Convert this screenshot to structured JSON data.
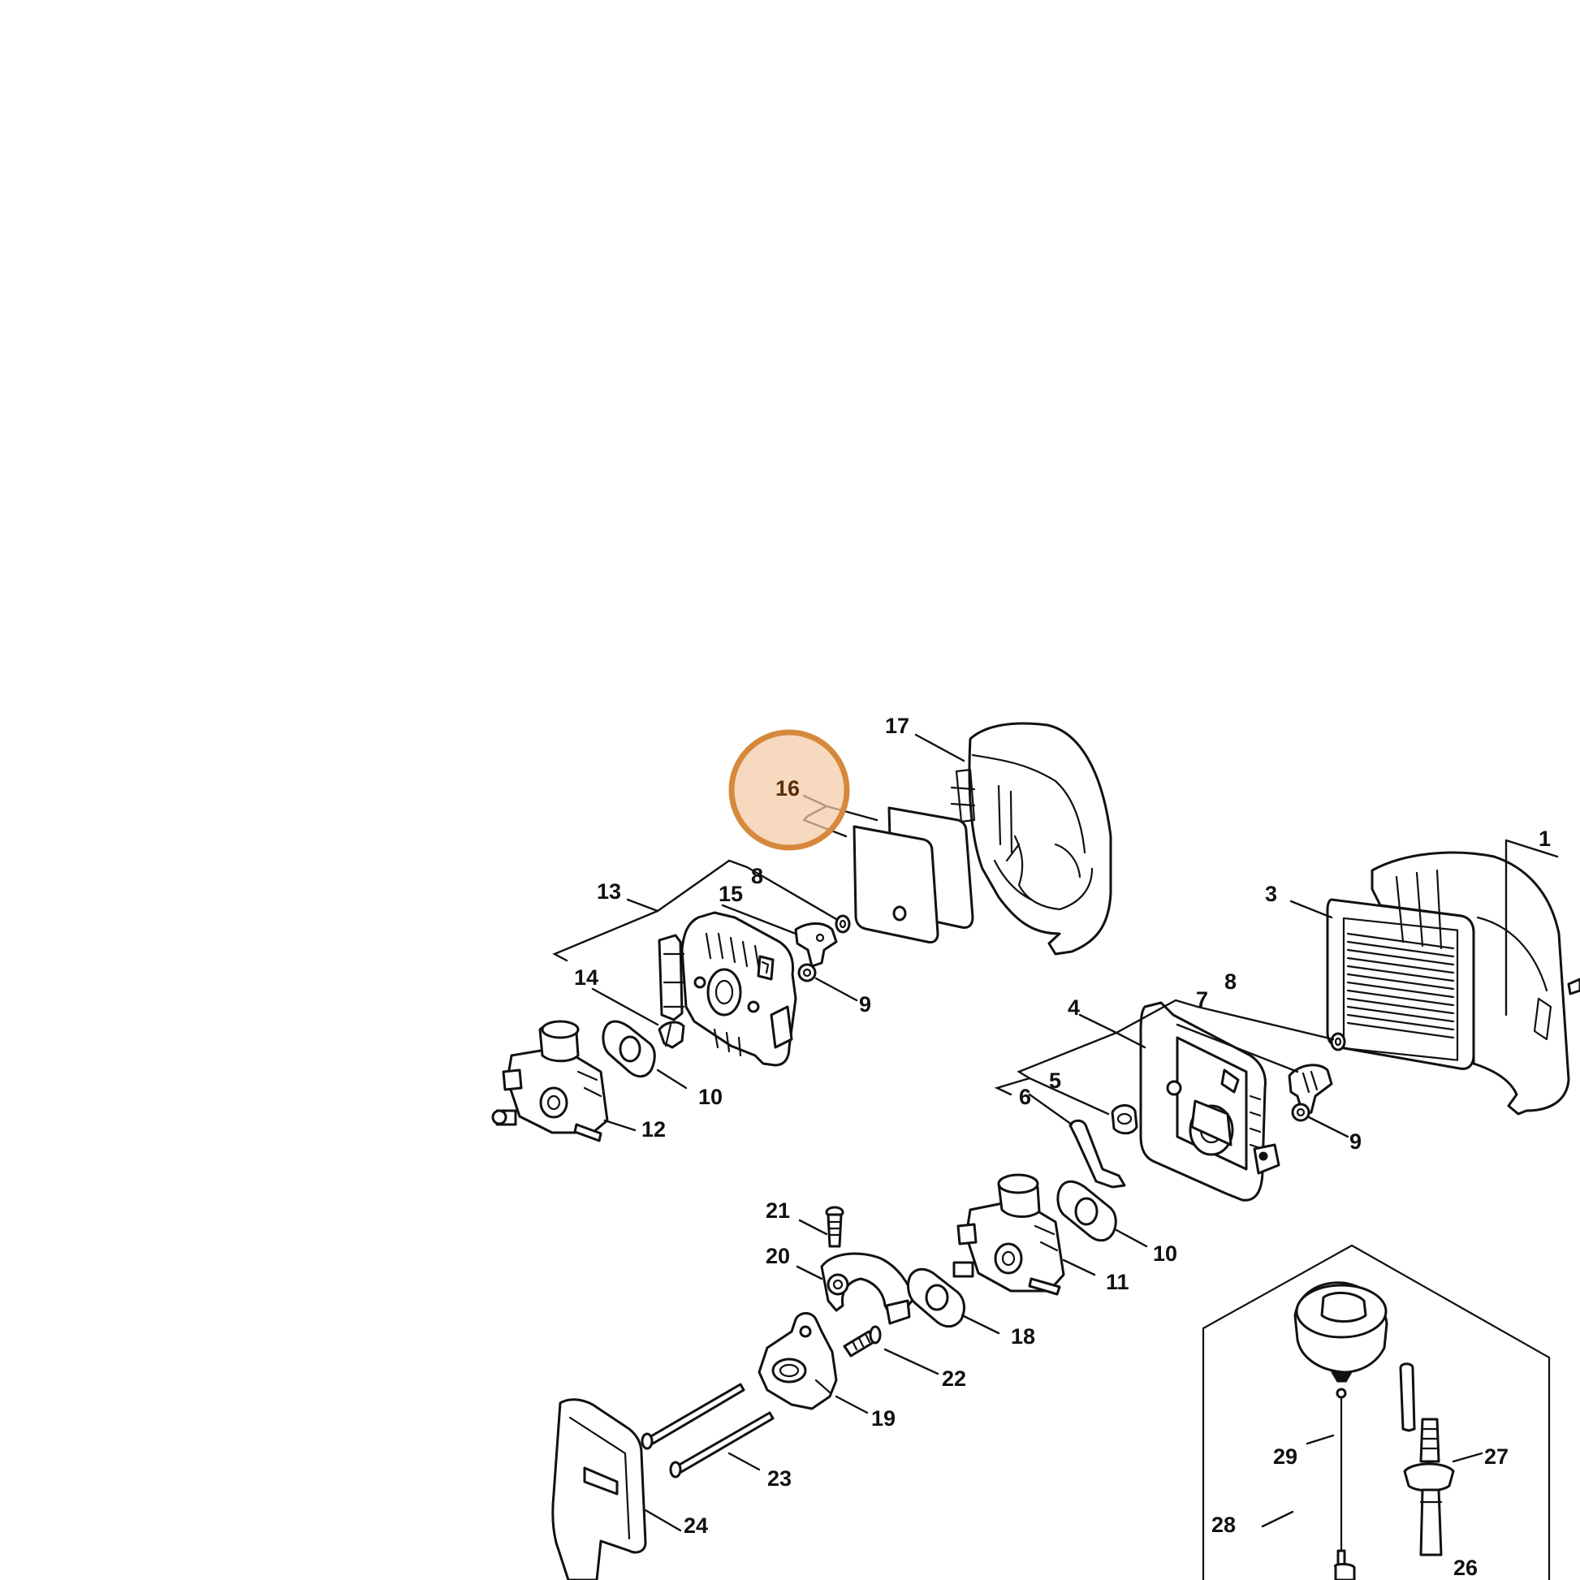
{
  "highlight": {
    "part": "16",
    "fill": "#f3cba6",
    "stroke": "#d6883c",
    "text_color": "#5a2e0a"
  },
  "labels": {
    "l1": "1",
    "l3": "3",
    "l4": "4",
    "l5": "5",
    "l6": "6",
    "l7": "7",
    "l8a": "8",
    "l8b": "8",
    "l9a": "9",
    "l9b": "9",
    "l10a": "10",
    "l10b": "10",
    "l11": "11",
    "l12": "12",
    "l13": "13",
    "l14": "14",
    "l15": "15",
    "l16": "16",
    "l17": "17",
    "l18": "18",
    "l19": "19",
    "l20": "20",
    "l21": "21",
    "l22": "22",
    "l23": "23",
    "l24": "24",
    "l26": "26",
    "l27": "27",
    "l28": "28",
    "l29": "29"
  }
}
